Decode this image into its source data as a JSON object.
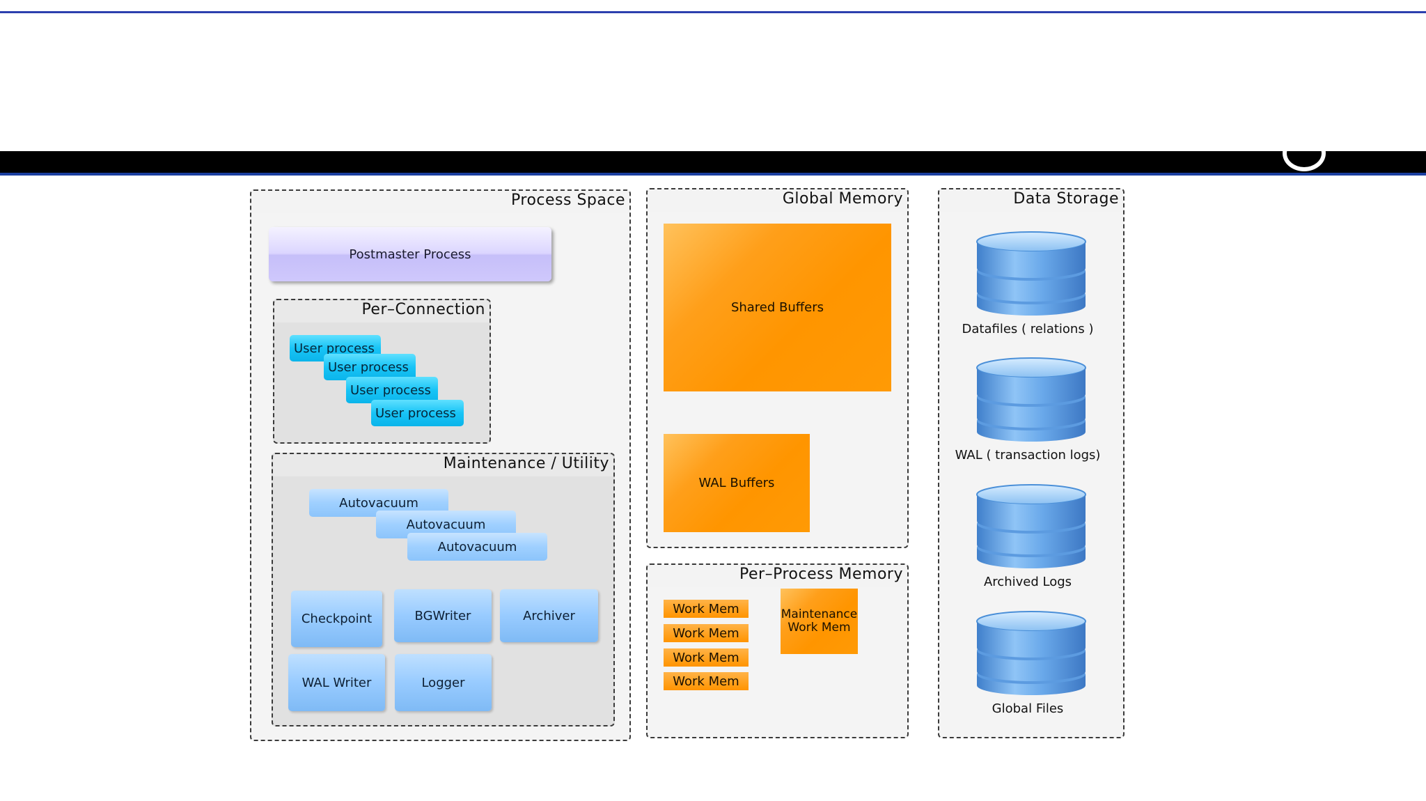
{
  "diagram": {
    "process_space": {
      "title": "Process Space",
      "postmaster": "Postmaster Process",
      "per_connection": {
        "title": "Per–Connection",
        "user_processes": [
          "User process",
          "User process",
          "User process",
          "User process"
        ]
      },
      "maintenance": {
        "title": "Maintenance / Utility",
        "autovacuum": [
          "Autovacuum",
          "Autovacuum",
          "Autovacuum"
        ],
        "utilities": [
          "Checkpoint",
          "BGWriter",
          "Archiver",
          "WAL Writer",
          "Logger"
        ]
      }
    },
    "global_memory": {
      "title": "Global Memory",
      "shared_buffers": "Shared Buffers",
      "wal_buffers": "WAL Buffers"
    },
    "per_process_memory": {
      "title": "Per–Process Memory",
      "work_mem": [
        "Work Mem",
        "Work Mem",
        "Work Mem",
        "Work Mem"
      ],
      "maintenance_work_mem": "Maintenance Work Mem"
    },
    "data_storage": {
      "title": "Data Storage",
      "items": [
        "Datafiles ( relations )",
        "WAL ( transaction logs)",
        "Archived Logs",
        "Global Files"
      ]
    }
  },
  "colors": {
    "accent_line": "#2c3fae",
    "orange": "#ff9500",
    "cyan": "#18c4f6",
    "light_blue": "#9fd0ff",
    "db_blue": "#4a8fd8"
  }
}
